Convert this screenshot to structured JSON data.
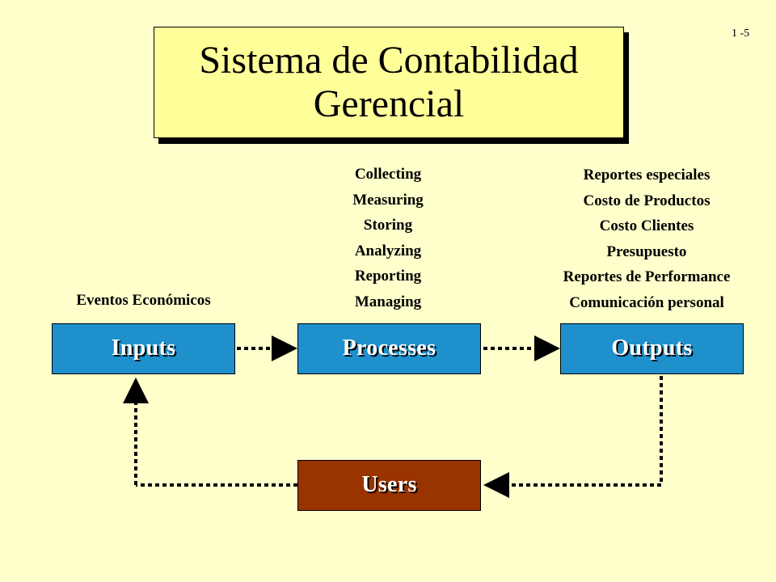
{
  "slide_number": "1 -5",
  "title": {
    "line1": "Sistema de Contabilidad",
    "line2": "Gerencial"
  },
  "inputs_label": "Eventos Económicos",
  "processes_list": [
    "Collecting",
    "Measuring",
    "Storing",
    "Analyzing",
    "Reporting",
    "Managing"
  ],
  "outputs_list": [
    "Reportes especiales",
    "Costo de Productos",
    "Costo Clientes",
    "Presupuesto",
    "Reportes de Performance",
    "Comunicación personal"
  ],
  "boxes": {
    "inputs": "Inputs",
    "processes": "Processes",
    "outputs": "Outputs",
    "users": "Users"
  },
  "colors": {
    "background": "#ffffcc",
    "title_fill": "#ffff99",
    "box_blue": "#1e90cc",
    "box_users": "#993300"
  }
}
